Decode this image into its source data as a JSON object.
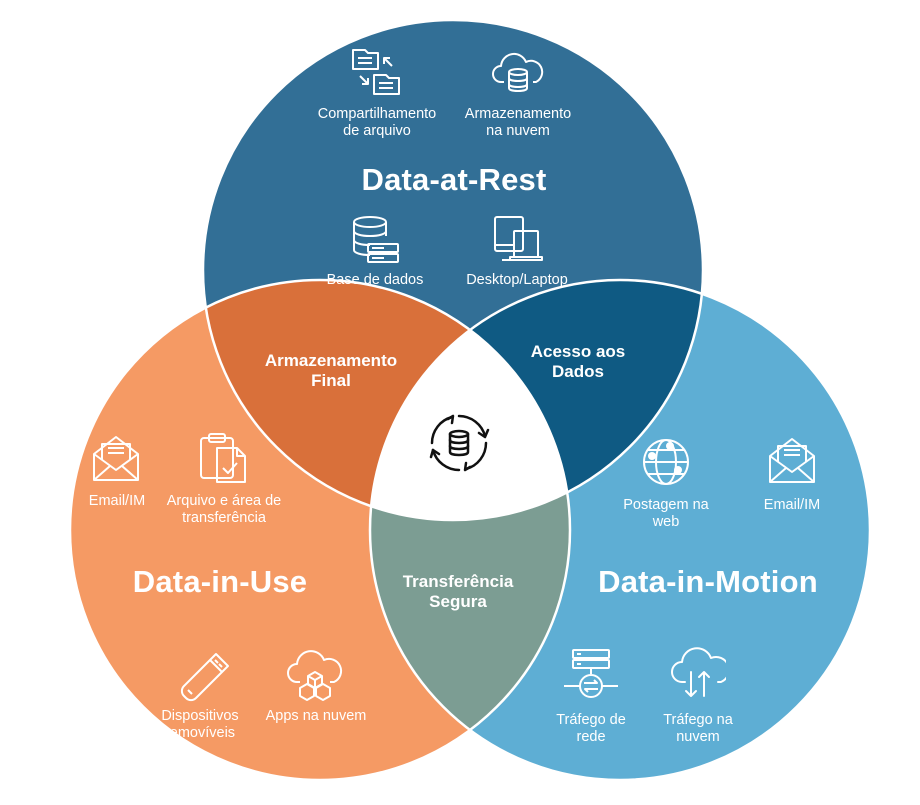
{
  "colors": {
    "rest": "#326f96",
    "use": "#f59a64",
    "motion": "#5eaed4",
    "storage_overlap": "#d9703a",
    "access_overlap": "#0f5a83",
    "transfer_overlap": "#7c9d93",
    "center": "#ffffff",
    "text": "#ffffff"
  },
  "rest": {
    "title": "Data-at-Rest",
    "items": [
      {
        "label": "Compartilhamento de arquivo",
        "icon": "file-sharing-icon"
      },
      {
        "label": "Armazenamento na nuvem",
        "icon": "cloud-storage-icon"
      },
      {
        "label": "Base de dados",
        "icon": "database-server-icon"
      },
      {
        "label": "Desktop/Laptop",
        "icon": "desktop-laptop-icon"
      }
    ]
  },
  "use": {
    "title": "Data-in-Use",
    "items": [
      {
        "label": "Email/IM",
        "icon": "email-icon"
      },
      {
        "label": "Arquivo e área de transferência",
        "icon": "clipboard-icon"
      },
      {
        "label": "Dispositivos removíveis",
        "icon": "usb-drive-icon"
      },
      {
        "label": "Apps na nuvem",
        "icon": "cloud-apps-icon"
      }
    ]
  },
  "motion": {
    "title": "Data-in-Motion",
    "items": [
      {
        "label": "Postagem na web",
        "icon": "globe-icon"
      },
      {
        "label": "Email/IM",
        "icon": "email-icon"
      },
      {
        "label": "Tráfego de rede",
        "icon": "network-traffic-icon"
      },
      {
        "label": "Tráfego na nuvem",
        "icon": "cloud-traffic-icon"
      }
    ]
  },
  "intersections": {
    "storage": "Armazenamento Final",
    "access": "Acesso aos Dados",
    "transfer": "Transferência Segura"
  },
  "center_icon": "database-sync-icon"
}
